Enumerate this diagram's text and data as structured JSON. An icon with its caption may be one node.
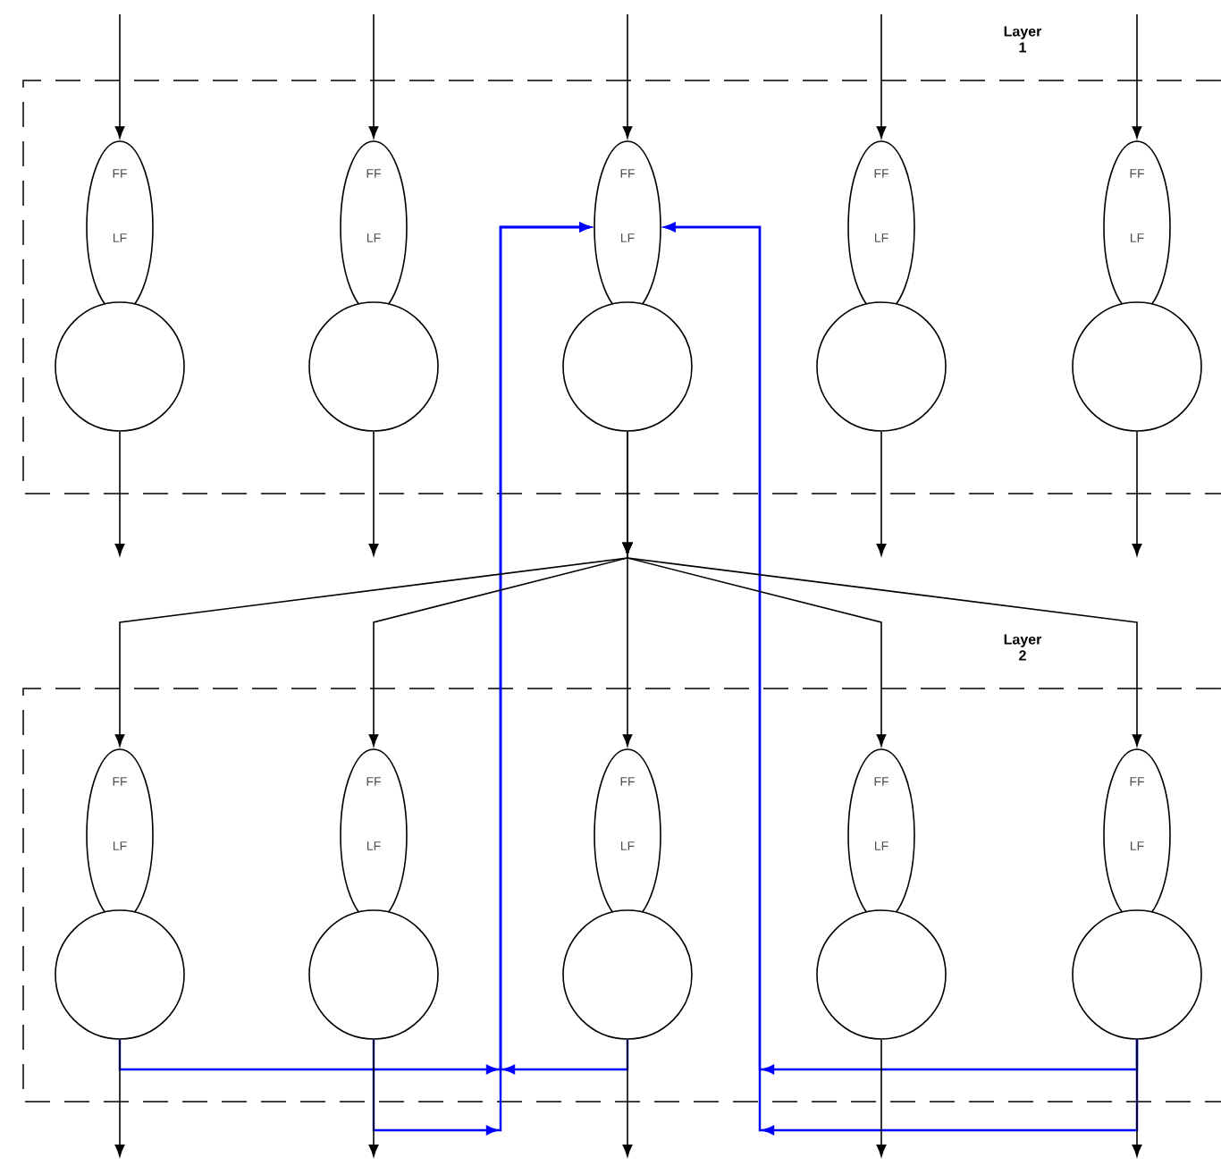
{
  "diagram": {
    "nodes": [
      {
        "text": [
          "Layer 1"
        ]
      },
      {
        "text": [
          "FF",
          "LF"
        ],
        "in": 0
      },
      {
        "text": [
          "FF",
          "LF"
        ],
        "in": 0
      },
      {
        "text": [
          "FF",
          "LF"
        ],
        "in": 0
      },
      {
        "text": [
          "FF",
          "LF"
        ],
        "in": 0
      },
      {
        "text": [
          "FF",
          "LF"
        ],
        "in": 0
      },
      {
        "text": [],
        "shape": "circle",
        "in": 0
      },
      {
        "text": [],
        "shape": "circle",
        "in": 0
      },
      {
        "text": [],
        "shape": "circle",
        "in": 0
      },
      {
        "text": [],
        "shape": "circle",
        "in": 0
      },
      {
        "text": [],
        "shape": "circle",
        "in": 0
      },
      {
        "text": [
          "Layer 2"
        ]
      },
      {
        "text": [
          "FF",
          "LF"
        ],
        "in": 11
      },
      {
        "text": [
          "FF",
          "LF"
        ],
        "in": 11
      },
      {
        "text": [
          "FF",
          "LF"
        ],
        "in": 11
      },
      {
        "text": [
          "FF",
          "LF"
        ],
        "in": 11
      },
      {
        "text": [
          "FF",
          "LF"
        ],
        "in": 11
      },
      {
        "text": [],
        "shape": "circle",
        "in": 11
      },
      {
        "text": [],
        "shape": "circle",
        "in": 11
      },
      {
        "text": [],
        "shape": "circle",
        "in": 11
      },
      {
        "text": [],
        "shape": "circle",
        "in": 11
      },
      {
        "text": [],
        "shape": "circle",
        "in": 11
      }
    ],
    "edges": [
      {
        "from": null,
        "to": 1,
        "arrow": "to"
      },
      {
        "from": null,
        "to": 2,
        "arrow": "to"
      },
      {
        "from": null,
        "to": 3,
        "arrow": "to"
      },
      {
        "from": null,
        "to": 4,
        "arrow": "to"
      },
      {
        "from": null,
        "to": 5,
        "arrow": "to"
      },
      {
        "from": 6,
        "to": null,
        "arrow": "to"
      },
      {
        "from": 7,
        "to": null,
        "arrow": "to"
      },
      {
        "from": 9,
        "to": null,
        "arrow": "to"
      },
      {
        "from": 10,
        "to": null,
        "arrow": "to"
      },
      {
        "from": 8,
        "to": 12,
        "arrow": "to"
      },
      {
        "from": 8,
        "to": 13,
        "arrow": "to"
      },
      {
        "from": 8,
        "to": 14,
        "arrow": "to"
      },
      {
        "from": 8,
        "to": 15,
        "arrow": "to"
      },
      {
        "from": 8,
        "to": 16,
        "arrow": "to"
      },
      {
        "from": 17,
        "to": 3,
        "arrow": "to",
        "color": "#0000ff"
      },
      {
        "from": 18,
        "to": 3,
        "arrow": "to",
        "color": "#0000ff"
      },
      {
        "from": 19,
        "to": 3,
        "arrow": "to",
        "color": "#0000ff"
      },
      {
        "from": 21,
        "to": 3,
        "arrow": "to",
        "color": "#0000ff"
      },
      {
        "from": 21,
        "to": 3,
        "arrow": "to",
        "color": "#0000ff"
      },
      {
        "from": 17,
        "to": null,
        "arrow": "to"
      },
      {
        "from": 18,
        "to": null,
        "arrow": "to"
      },
      {
        "from": 19,
        "to": null,
        "arrow": "to"
      },
      {
        "from": 20,
        "to": null,
        "arrow": "to"
      },
      {
        "from": 21,
        "to": null,
        "arrow": "to"
      }
    ]
  }
}
